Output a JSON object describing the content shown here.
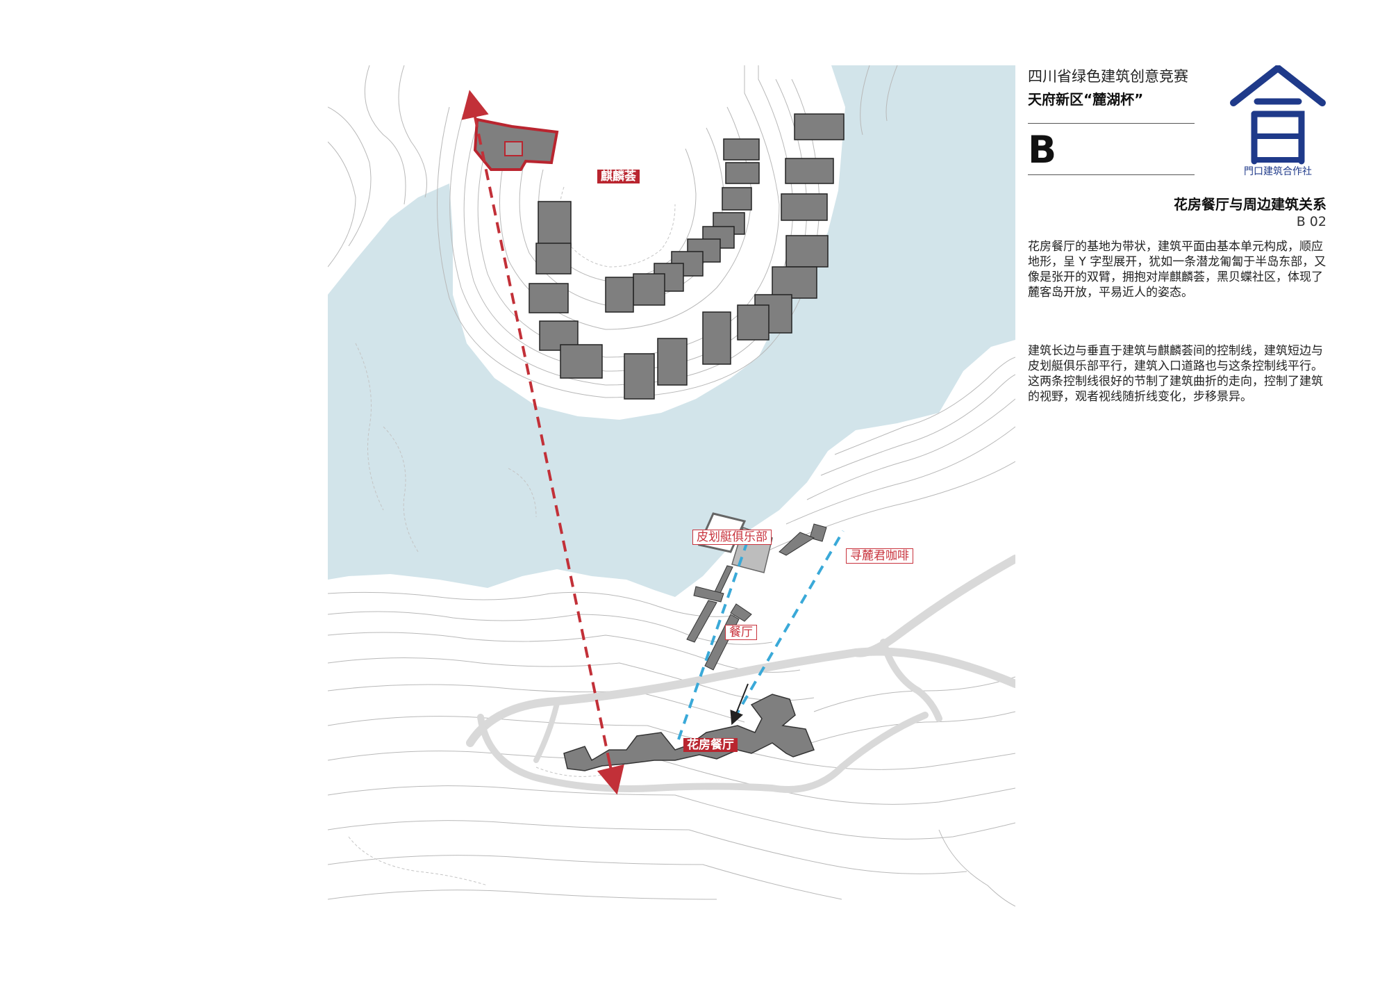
{
  "header": {
    "competition_line1": "四川省绿色建筑创意竞赛",
    "competition_line2": "天府新区“麓湖杯”",
    "section_letter": "B",
    "logo_caption": "門口建筑合作社"
  },
  "title": {
    "main": "花房餐厅与周边建筑关系",
    "code": "B 02"
  },
  "description": {
    "paragraph1": "花房餐厅的基地为带状，建筑平面由基本单元构成，顺应地形，呈 Y 字型展开，犹如一条潜龙匍匐于半岛东部，又像是张开的双臂，拥抱对岸麒麟荟，黑贝蝶社区，体现了麓客岛开放，平易近人的姿态。",
    "paragraph2": "建筑长边与垂直于建筑与麒麟荟间的控制线，建筑短边与皮划艇俱乐部平行，建筑入口道路也与这条控制线平行。这两条控制线很好的节制了建筑曲折的走向，控制了建筑的视野，观者视线随折线变化，步移景异。"
  },
  "map": {
    "labels": {
      "qilinhui": "麒麟荟",
      "kayak_club": "皮划艇俱乐部",
      "xunlujun_cafe": "寻麓君咖啡",
      "canting": "餐厅",
      "huafang_canting": "花房餐厅"
    },
    "colors": {
      "water": "#d2e4ea",
      "building": "#7f7f7f",
      "highlight_red": "#b9252f",
      "control_line_red": "#c23038",
      "control_line_blue": "#3aa9d8",
      "road": "#d9d9d9",
      "contour": "#b8b8b8",
      "logo_blue": "#1f3a8a"
    }
  }
}
